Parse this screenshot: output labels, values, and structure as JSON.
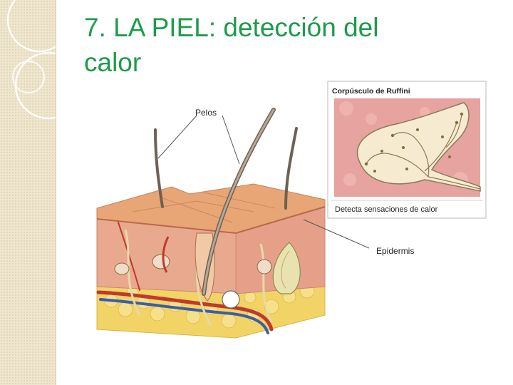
{
  "slide": {
    "title_line1": "7. LA PIEL: detección del",
    "title_line2": "calor"
  },
  "figure": {
    "label_hair": "Pelos",
    "inset_title": "Corpúsculo de Ruffini",
    "inset_caption": "Detecta sensaciones de calor",
    "label_epidermis": "Epidermis"
  },
  "colors": {
    "title": "#1e9b4a",
    "sidebar": "#efe6cf",
    "skin_surface": "#e8a576",
    "dermis": "#e9a98f",
    "fat": "#f2d466"
  }
}
